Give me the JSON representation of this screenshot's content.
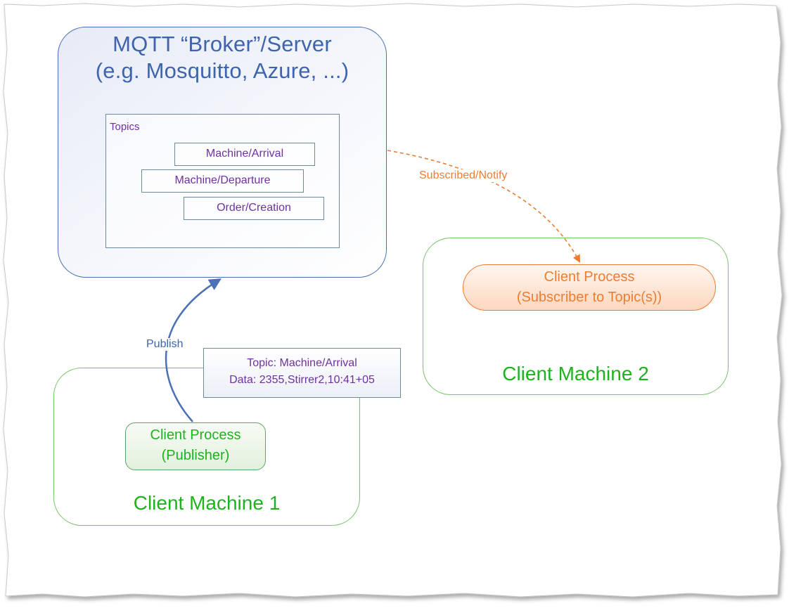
{
  "broker": {
    "title_line1": "MQTT “Broker”/Server",
    "title_line2": "(e.g. Mosquitto, Azure, ...)"
  },
  "topics": {
    "label": "Topics",
    "items": [
      "Machine/Arrival",
      "Machine/Departure",
      "Order/Creation"
    ]
  },
  "client_machine_1": {
    "label": "Client Machine 1",
    "process_line1": "Client Process",
    "process_line2": "(Publisher)"
  },
  "client_machine_2": {
    "label": "Client Machine 2",
    "process_line1": "Client Process",
    "process_line2": "(Subscriber to Topic(s))"
  },
  "message": {
    "line1": "Topic: Machine/Arrival",
    "line2": "Data: 2355,Stirrer2,10:41+05"
  },
  "edges": {
    "publish_label": "Publish",
    "notify_label": "Subscribed/Notify"
  },
  "colors": {
    "broker_blue": "#4a70b5",
    "topic_purple": "#7030a0",
    "client_green": "#1db31d",
    "subscriber_orange": "#ed7d31"
  }
}
